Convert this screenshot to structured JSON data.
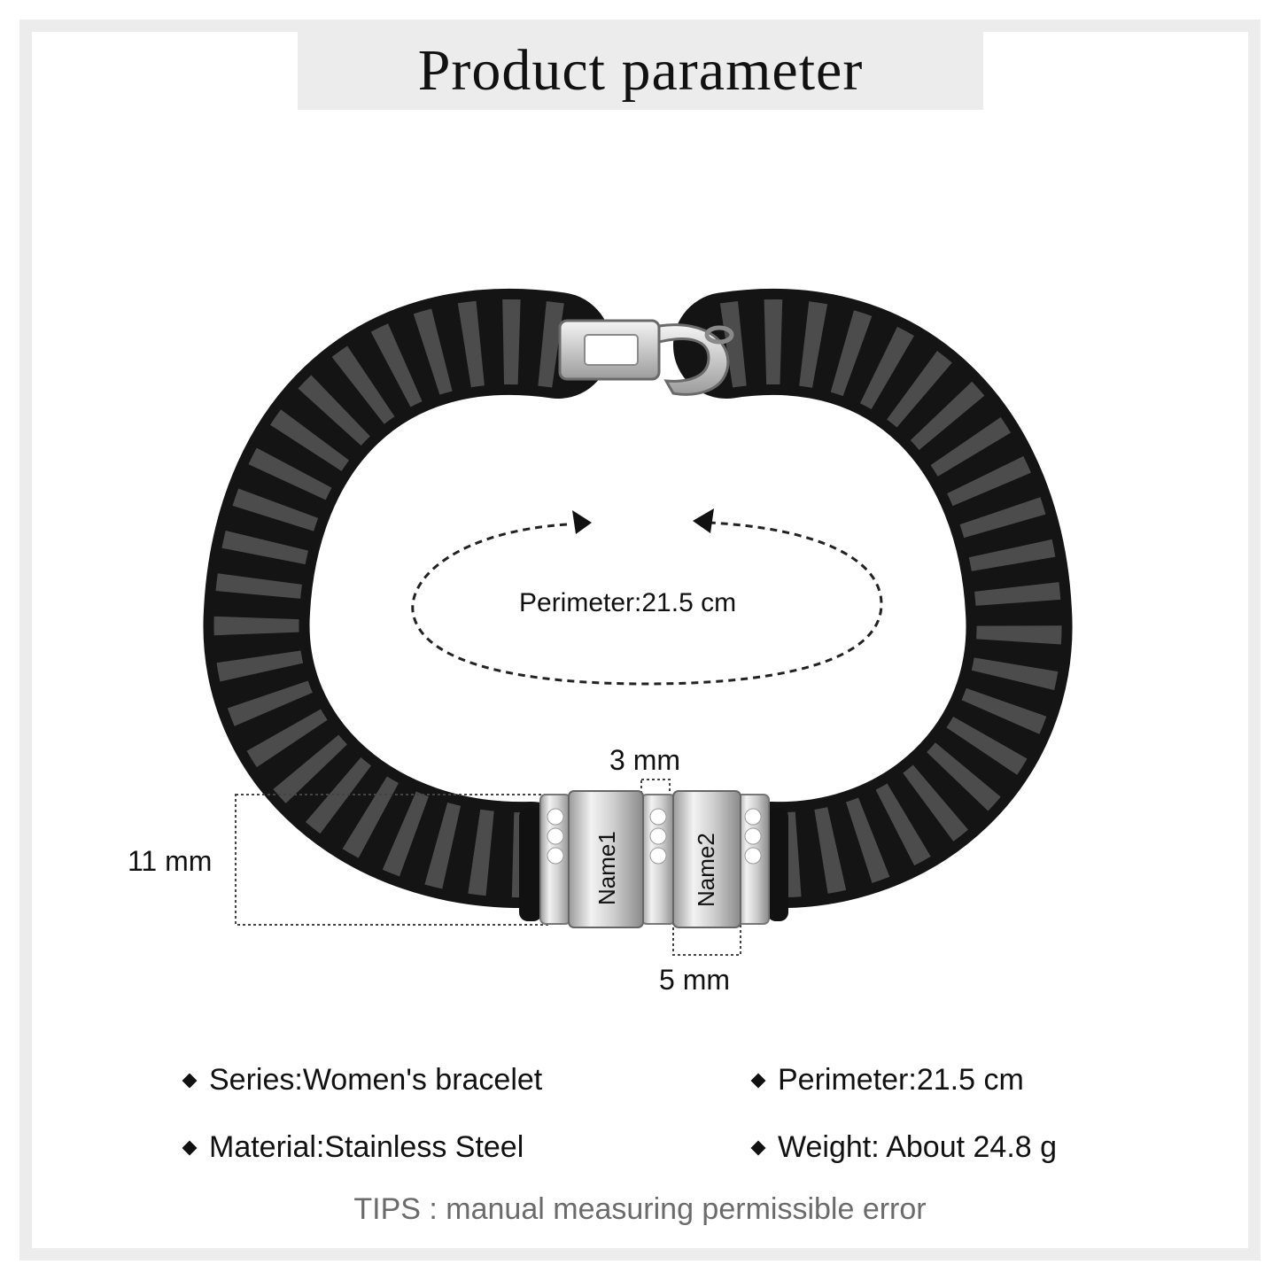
{
  "title": "Product parameter",
  "measurements": {
    "perimeter_label": "Perimeter:21.5 cm",
    "gap_label": "3 mm",
    "height_label": "11 mm",
    "bead_width_label": "5 mm"
  },
  "beads": {
    "bead1_text": "Name1",
    "bead2_text": "Name2"
  },
  "specs": {
    "series": "Series:Women's bracelet",
    "perimeter": "Perimeter:21.5 cm",
    "material": "Material:Stainless Steel",
    "weight": "Weight: About 24.8 g"
  },
  "tips": "TIPS : manual measuring permissible error",
  "icons": {
    "bullet": "diamond-bullet-icon",
    "arrow": "dashed-arrow-icon"
  },
  "colors": {
    "frame": "#ececec",
    "chain": "#1a1a1a",
    "link_face": "#6e6e6e",
    "silver": "#d9d9d9",
    "tips_text": "#6b6b6b"
  }
}
